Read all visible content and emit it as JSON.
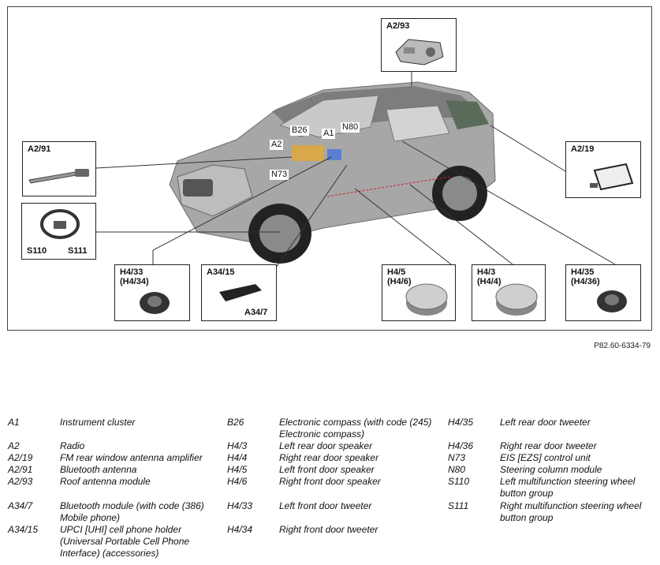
{
  "reference_id": "P82.60-6334-79",
  "callouts": {
    "a2_93": "A2/93",
    "a2_91": "A2/91",
    "a2_19": "A2/19",
    "s110": "S110",
    "s111": "S111",
    "h4_33": "H4/33\n(H4/34)",
    "a34_15": "A34/15",
    "a34_7": "A34/7",
    "h4_5": "H4/5\n(H4/6)",
    "h4_3": "H4/3\n(H4/4)",
    "h4_35": "H4/35\n(H4/36)"
  },
  "car_tags": {
    "b26": "B26",
    "a1": "A1",
    "n80": "N80",
    "a2": "A2",
    "n73": "N73"
  },
  "legend": {
    "col1": [
      {
        "code": "A1",
        "desc": "Instrument cluster"
      },
      {
        "code": "A2",
        "desc": "Radio"
      },
      {
        "code": "A2/19",
        "desc": "FM rear window antenna amplifier"
      },
      {
        "code": "A2/91",
        "desc": "Bluetooth antenna"
      },
      {
        "code": "A2/93",
        "desc": "Roof antenna module"
      },
      {
        "code": "A34/7",
        "desc": "Bluetooth module (with code (386) Mobile phone)"
      },
      {
        "code": "A34/15",
        "desc": "UPCI [UHI] cell phone holder (Universal Portable Cell Phone Interface) (accessories)"
      }
    ],
    "col2": [
      {
        "code": "B26",
        "desc": "Electronic compass (with code (245) Electronic compass)"
      },
      {
        "code": "H4/3",
        "desc": "Left rear door speaker"
      },
      {
        "code": "H4/4",
        "desc": "Right rear door speaker"
      },
      {
        "code": "H4/5",
        "desc": "Left front door speaker"
      },
      {
        "code": "H4/6",
        "desc": "Right front door speaker"
      },
      {
        "code": "H4/33",
        "desc": "Left front door tweeter"
      },
      {
        "code": "H4/34",
        "desc": "Right front door tweeter"
      }
    ],
    "col3": [
      {
        "code": "H4/35",
        "desc": "Left rear door tweeter"
      },
      {
        "code": "H4/36",
        "desc": "Right rear door tweeter"
      },
      {
        "code": "N73",
        "desc": "EIS [EZS] control unit"
      },
      {
        "code": "N80",
        "desc": "Steering column module"
      },
      {
        "code": "S110",
        "desc": "Left multifunction steering wheel button group"
      },
      {
        "code": "S111",
        "desc": "Right multifunction steering wheel button group"
      }
    ]
  }
}
